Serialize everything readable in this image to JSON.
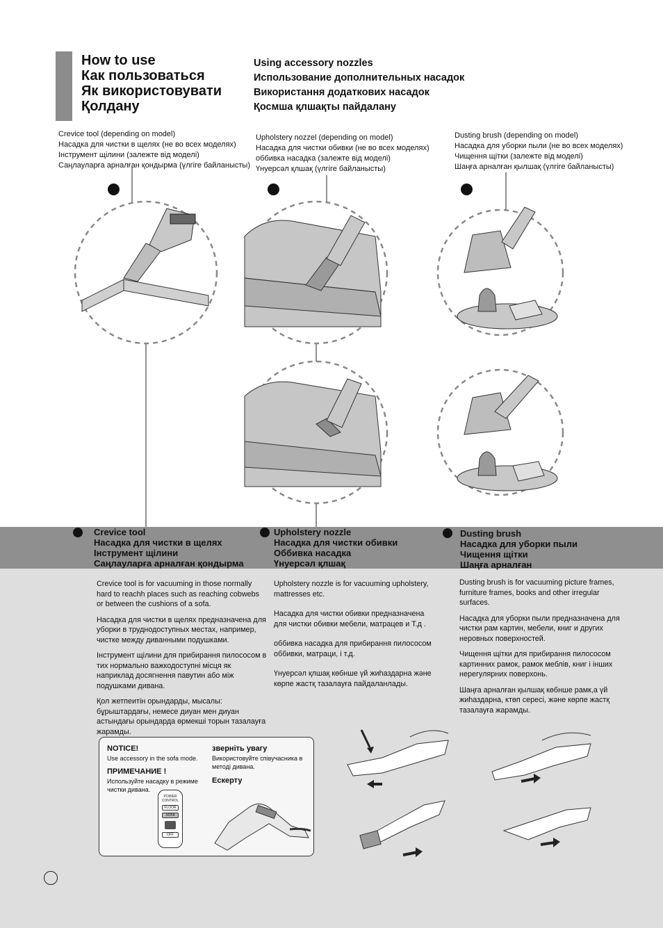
{
  "title": {
    "en": "How to use",
    "ru": "Как пользоваться",
    "uk": "Як використовувати",
    "kk": "Қолдану"
  },
  "subtitle": {
    "en": "Using accessory nozzles",
    "ru": "Использование дополнительных насадок",
    "uk": "Використання додаткових насадок",
    "kk": "Қосмша қлшақты пайдалану"
  },
  "captions": [
    {
      "lines": [
        "Crevice tool (depending on model)",
        "Насадка для чистки в щелях (не во всех моделях)",
        "Інструмент щілини (залежте від моделі)",
        "Саңлауларға арналған қондырма (үлгіге байланысты)"
      ]
    },
    {
      "lines": [
        "Upholstery nozzel (depending on model)",
        "Насадка для чистки обивки (не во всех моделях)",
        "оббивка насадка (залежте від моделі)",
        "Үнуерсәл қлшақ (үлгіге байланысты)"
      ]
    },
    {
      "lines": [
        "Dusting brush (depending on model)",
        "Насадка для уборки пыли (не во всех моделях)",
        "Чищення щітки (залежте від моделі)",
        "Шаңға арналған қылшақ (үлгіге байланысты)"
      ]
    }
  ],
  "sections": [
    {
      "heading": [
        "Crevice tool",
        "Насадка для чистки в щелях",
        "Інструмент щілини",
        "Саңлауларға арналған қондырма"
      ],
      "paragraphs": [
        "Crevice tool is for vacuuming in those normally hard to reachh places such as reaching cobwebs or between the cushions of a sofa.",
        "Насадка для чистки в щелях предназначена для уборки в труднодоступных местах, например, чистке между диванными подушками.",
        "Інструмент щілини для прибирання пилососом в тих нормально важкодоступні місця як наприклад досягнення павутин або між подушками дивана.",
        "Қол жетпеитін орындарды, мысалы: бұрыштардағы, немесе диуан мен диуан астындағы орындарда өрмекші торын тазалауға жарамды."
      ]
    },
    {
      "heading": [
        "Upholstery nozzle",
        "Насадка для чистки обивки",
        "Оббивка насадка",
        "Үнуерсәл қлшақ"
      ],
      "paragraphs": [
        "Upholstery nozzle is for vacuuming upholstery, mattresses etc.",
        "Насадка для чистки обивки предназначена для чистки обивки мебели, матрацев и Т.д .",
        "оббивка насадка для прибирання пилососом оббивки, матраци, і т.д.",
        "Үнуерсәл қлшақ көбнше үй жиһаздарна және көрпе жастқ тазалауға пайдаланлады."
      ]
    },
    {
      "heading": [
        "Dusting brush",
        "Насадка для уборки пыли",
        "Чищення щітки",
        "Шаңға арналған"
      ],
      "paragraphs": [
        "Dusting brush is for vacuuming picture frames, furniture frames, books and other irregular surfaces.",
        "Насадка для уборки пыли предназначена для чистки рам картин, мебели, книг и других неровных поверхностей.",
        "Чищення щітки для прибирання пилососом картинних рамок, рамок меблів, книг і інших нерегулярних поверхонь.",
        "Шаңға арналған қылшақ көбнше рамк,а үй жиһаздарна, ктөп сересі, және көрпе жастқ тазалауға жарамды."
      ]
    }
  ],
  "notice": {
    "en_head": "NOTICE!",
    "en_text": "Use accessory in the sofa mode.",
    "ru_head": "ПРИМЕЧАНИЕ !",
    "ru_text": "Используйте насадку в режиме чистки дивана.",
    "uk_head": "зверніть увагу",
    "uk_text": "Використовуйте співучасника в методі дивана.",
    "kk_head": "Ескерту",
    "control_labels": [
      "POWER CONTROL",
      "FLOOR",
      "SOFA",
      "OFF"
    ]
  },
  "colors": {
    "band": "#8f8f8f",
    "lower_bg": "#dedede",
    "title_bar": "#8c8c8c"
  }
}
